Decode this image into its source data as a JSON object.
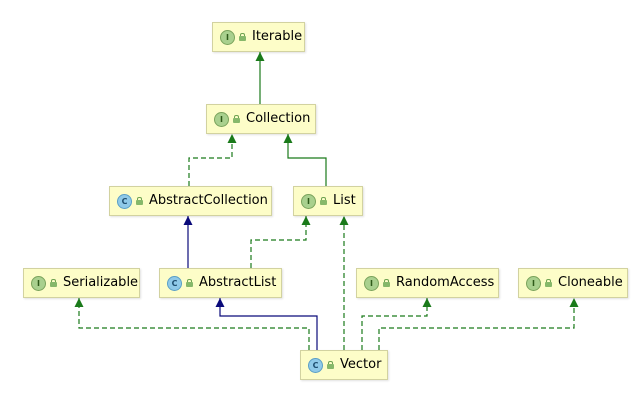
{
  "nodes": [
    {
      "id": "iterable",
      "label": "Iterable",
      "kind": "interface",
      "kind_letter": "I"
    },
    {
      "id": "collection",
      "label": "Collection",
      "kind": "interface",
      "kind_letter": "I"
    },
    {
      "id": "abstractcollection",
      "label": "AbstractCollection",
      "kind": "class",
      "kind_letter": "C"
    },
    {
      "id": "list",
      "label": "List",
      "kind": "interface",
      "kind_letter": "I"
    },
    {
      "id": "serializable",
      "label": "Serializable",
      "kind": "interface",
      "kind_letter": "I"
    },
    {
      "id": "abstractlist",
      "label": "AbstractList",
      "kind": "class",
      "kind_letter": "C"
    },
    {
      "id": "randomaccess",
      "label": "RandomAccess",
      "kind": "interface",
      "kind_letter": "I"
    },
    {
      "id": "cloneable",
      "label": "Cloneable",
      "kind": "interface",
      "kind_letter": "I"
    },
    {
      "id": "vector",
      "label": "Vector",
      "kind": "class",
      "kind_letter": "C"
    }
  ],
  "edges": [
    {
      "from": "collection",
      "to": "iterable",
      "type": "extends"
    },
    {
      "from": "abstractcollection",
      "to": "collection",
      "type": "implements"
    },
    {
      "from": "list",
      "to": "collection",
      "type": "extends"
    },
    {
      "from": "abstractlist",
      "to": "abstractcollection",
      "type": "class-extends"
    },
    {
      "from": "abstractlist",
      "to": "list",
      "type": "implements"
    },
    {
      "from": "vector",
      "to": "abstractlist",
      "type": "class-extends"
    },
    {
      "from": "vector",
      "to": "list",
      "type": "implements"
    },
    {
      "from": "vector",
      "to": "serializable",
      "type": "implements"
    },
    {
      "from": "vector",
      "to": "randomaccess",
      "type": "implements"
    },
    {
      "from": "vector",
      "to": "cloneable",
      "type": "implements"
    }
  ],
  "colors": {
    "extends": "#1a7a1a",
    "implements": "#1a7a1a",
    "class-extends": "#0a0a7a",
    "node_fill": "#fdfdc8"
  }
}
